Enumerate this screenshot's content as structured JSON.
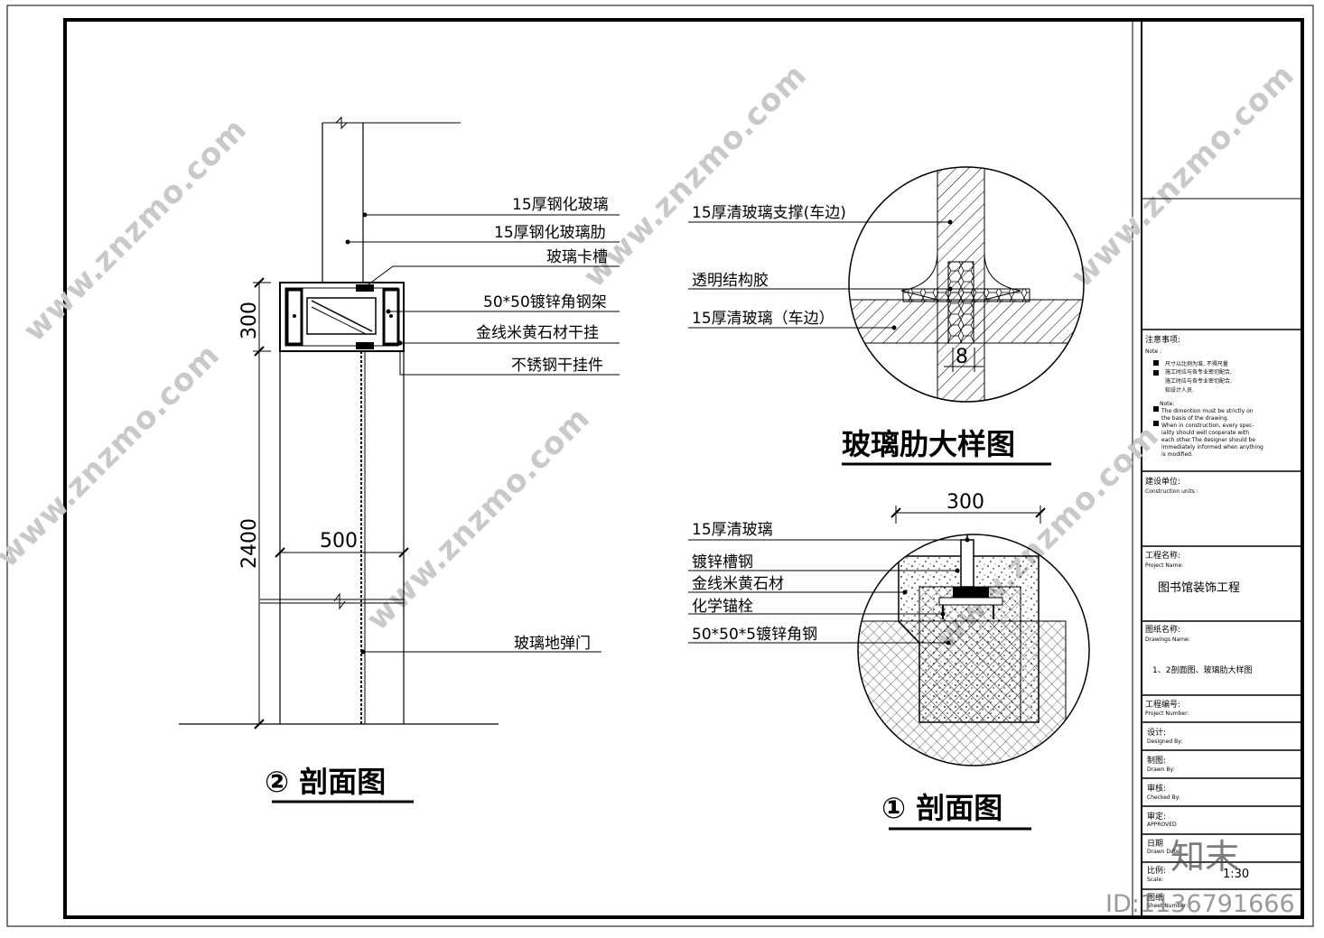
{
  "section2": {
    "title": "② 剖面图",
    "labels": [
      "15厚钢化玻璃",
      "15厚钢化玻璃肋",
      "玻璃卡槽",
      "50*50镀锌角钢架",
      "金线米黄石材干挂",
      "不锈钢干挂件",
      "玻璃地弹门"
    ],
    "dims": [
      "300",
      "2400",
      "500"
    ]
  },
  "detail": {
    "title": "玻璃肋大样图",
    "labels": [
      "15厚清玻璃支撑(车边)",
      "透明结构胶",
      "15厚清玻璃（车边）"
    ],
    "dim": "8"
  },
  "section1": {
    "title": "① 剖面图",
    "labels": [
      "15厚清玻璃",
      "镀锌槽钢",
      "金线米黄石材",
      "化学锚栓",
      "50*50*5镀锌角钢"
    ],
    "dim": "300"
  },
  "titleblock": {
    "notes_cn": "注意事项:",
    "notes_en": "Note :",
    "note_lines": [
      "尺寸以比例为准, 不得尺量",
      "施工时应与各专业密切配合,",
      "施工时应与各专业密切配合,",
      "知设计人员."
    ],
    "note_en_lines": [
      "Note:",
      "The dimention must be strictly on",
      "the basis of the drawing.",
      "When in construction, every spec-",
      "iality should well cooperate with",
      "each other.The designer should be",
      "immediately informed when anything",
      "is modified."
    ],
    "construction_cn": "建设单位:",
    "construction_en": "Construction units :",
    "project_cn": "工程名称:",
    "project_en": "Project Name:",
    "project_value": "图书馆装饰工程",
    "drawing_cn": "图纸名称:",
    "drawing_en": "Drawings  Name:",
    "drawing_value": "1、2剖面图、玻璃肋大样图",
    "projno_cn": "工程编号:",
    "projno_en": "Project Number:",
    "design_cn": "设计:",
    "design_en": "Designed By:",
    "drawn_cn": "制图:",
    "drawn_en": "Drawn By:",
    "check_cn": "审核:",
    "check_en": "Checked By:",
    "approve_cn": "审定:",
    "approve_en": "APPROVED",
    "date_cn": "日期",
    "date_en": "Drawn Date",
    "scale_cn": "比例:",
    "scale_en": "Scale:",
    "scale_value": "1:30",
    "sheet_cn": "图纸",
    "sheet_en": "Sheet Number:"
  },
  "watermark": "www.znzmo.com",
  "brand": "知末",
  "id_text": "ID:1136791666"
}
